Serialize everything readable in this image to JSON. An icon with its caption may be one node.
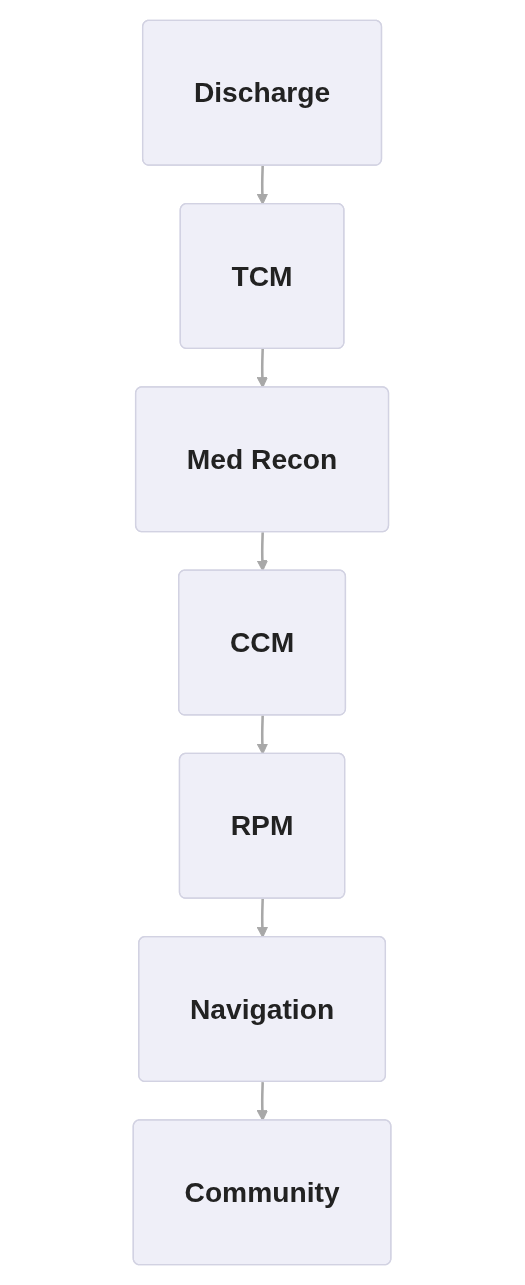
{
  "diagram": {
    "nodes": [
      {
        "text": [
          "Discharge"
        ]
      },
      {
        "text": [
          "TCM"
        ]
      },
      {
        "text": [
          "Med Recon"
        ]
      },
      {
        "text": [
          "CCM"
        ]
      },
      {
        "text": [
          "RPM"
        ]
      },
      {
        "text": [
          "Navigation"
        ]
      },
      {
        "text": [
          "Community"
        ]
      }
    ],
    "edges": [
      {
        "from": 0,
        "to": 1,
        "arrow": "to"
      },
      {
        "from": 1,
        "to": 2,
        "arrow": "to"
      },
      {
        "from": 2,
        "to": 3,
        "arrow": "to"
      },
      {
        "from": 3,
        "to": 4,
        "arrow": "to"
      },
      {
        "from": 4,
        "to": 5,
        "arrow": "to"
      },
      {
        "from": 5,
        "to": 6,
        "arrow": "to"
      }
    ]
  }
}
